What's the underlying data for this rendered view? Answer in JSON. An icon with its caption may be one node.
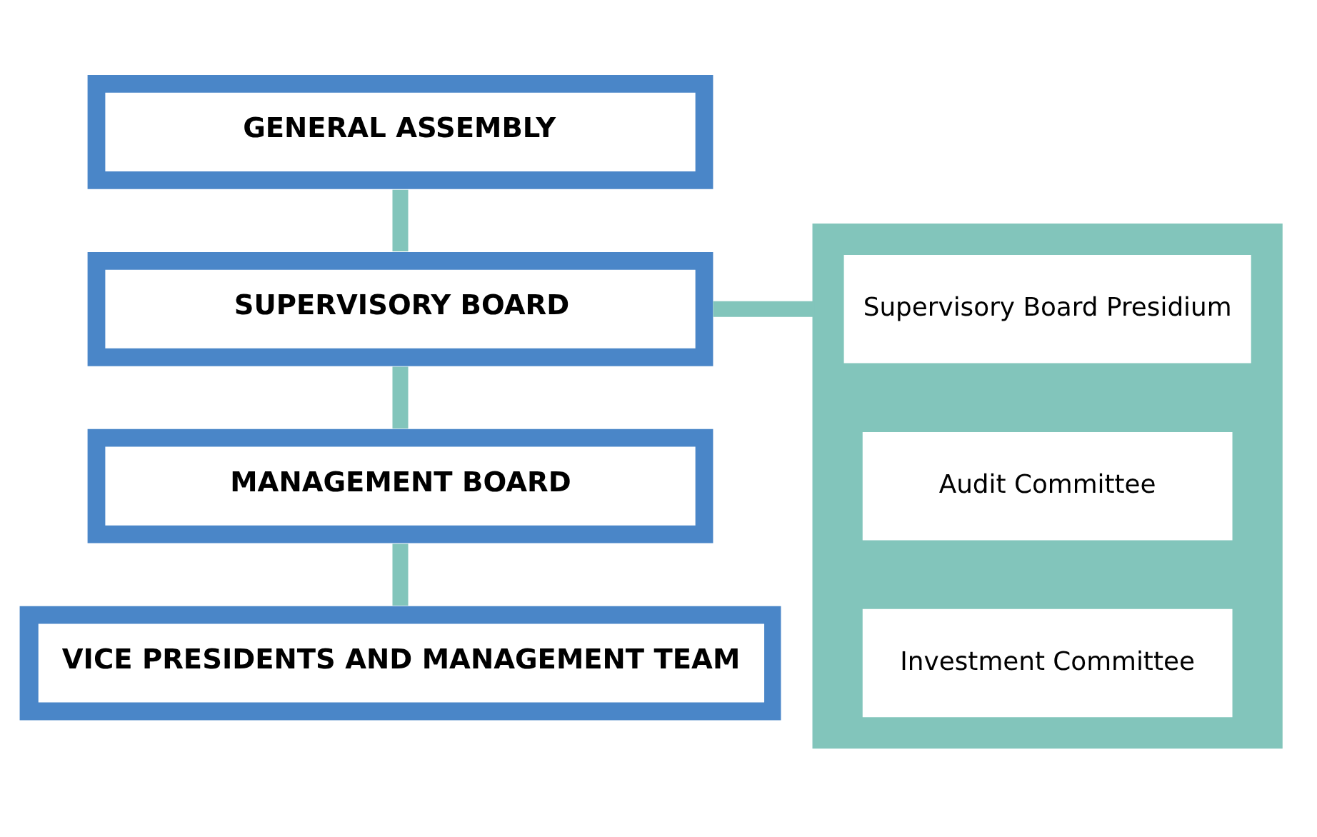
{
  "diagram": {
    "nodes": [
      {
        "text": [
          "GENERAL ASSEMBLY"
        ]
      },
      {
        "text": [
          "SUPERVISORY BOARD"
        ]
      },
      {
        "text": [],
        "shape": "box"
      },
      {
        "text": [
          "Supervisory Board Presidium"
        ],
        "in": 2
      },
      {
        "text": [
          "Audit Committee"
        ],
        "in": 2
      },
      {
        "text": [
          "Investment Committee"
        ],
        "in": 2
      },
      {
        "text": [
          "MANAGEMENT BOARD"
        ]
      },
      {
        "text": [
          "VICE PRESIDENTS AND MANAGEMENT TEAM"
        ]
      }
    ],
    "edges": [
      {
        "from": 0,
        "to": 1,
        "arrow": "none"
      },
      {
        "from": 1,
        "to": 2,
        "arrow": "none"
      },
      {
        "from": 1,
        "to": 6,
        "arrow": "none"
      },
      {
        "from": 6,
        "to": 7,
        "arrow": "none"
      }
    ]
  }
}
